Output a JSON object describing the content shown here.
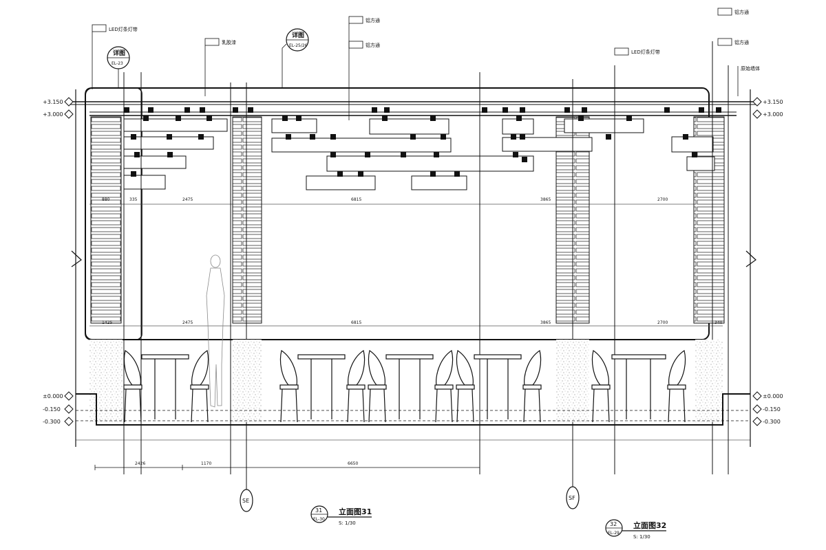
{
  "drawing": {
    "elevation_labels": {
      "left_top": "+3.150",
      "left_top2": "+3.000",
      "left_floor": "±0.000",
      "left_floor2": "-0.150",
      "left_floor3": "-0.300",
      "right_top": "+3.150",
      "right_top2": "+3.000",
      "right_floor": "±0.000",
      "right_floor2": "-0.150",
      "right_floor3": "-0.300"
    },
    "callouts": {
      "led_left": "LED灯条灯带",
      "paint_a": "乳胶漆",
      "paint_b": "铝方通",
      "paint_c": "铝方通",
      "right_a": "铝方通",
      "right_b": "铝方通",
      "led_right": "LED灯条灯带",
      "right_c": "原始墙体"
    },
    "detail_refs": [
      {
        "title": "详图",
        "sub": "EL-23"
      },
      {
        "title": "详图",
        "sub": "EL-25/26"
      }
    ],
    "dimensions_top": [
      "880",
      "335",
      "2475",
      "6815",
      "3865",
      "2700"
    ],
    "dimensions_bottom_row": [
      "1425",
      "2475",
      "6815",
      "3865",
      "2700",
      "340"
    ],
    "dimensions_base": [
      "2426",
      "1170",
      "6650"
    ],
    "grid_markers": [
      "SE",
      "SF"
    ],
    "titles": [
      {
        "num": "31",
        "sheet": "EL-30",
        "name": "立面图31",
        "scale": "S: 1/30"
      },
      {
        "num": "32",
        "sheet": "EL-29",
        "name": "立面图32",
        "scale": "S: 1/30"
      }
    ]
  }
}
